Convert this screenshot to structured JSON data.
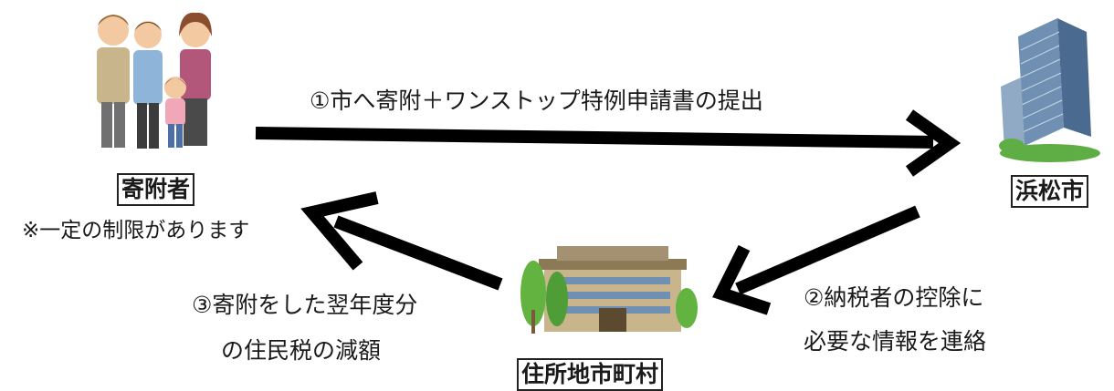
{
  "nodes": {
    "donor": "寄附者",
    "hamamatsu": "浜松市",
    "municipality": "住所地市町村"
  },
  "note": "※一定の制限があります",
  "steps": {
    "step1": "①市へ寄附＋ワンストップ特例申請書の提出",
    "step2_line1": "②納税者の控除に",
    "step2_line2": "必要な情報を連絡",
    "step3_line1": "③寄附をした翌年度分",
    "step3_line2": "の住民税の減額"
  },
  "icons": [
    "family-icon",
    "office-building-icon",
    "city-hall-icon"
  ],
  "colors": {
    "arrow": "#000000",
    "label_border": "#222222",
    "tree": "#63b340",
    "building_glass": "#6f8fb3"
  }
}
